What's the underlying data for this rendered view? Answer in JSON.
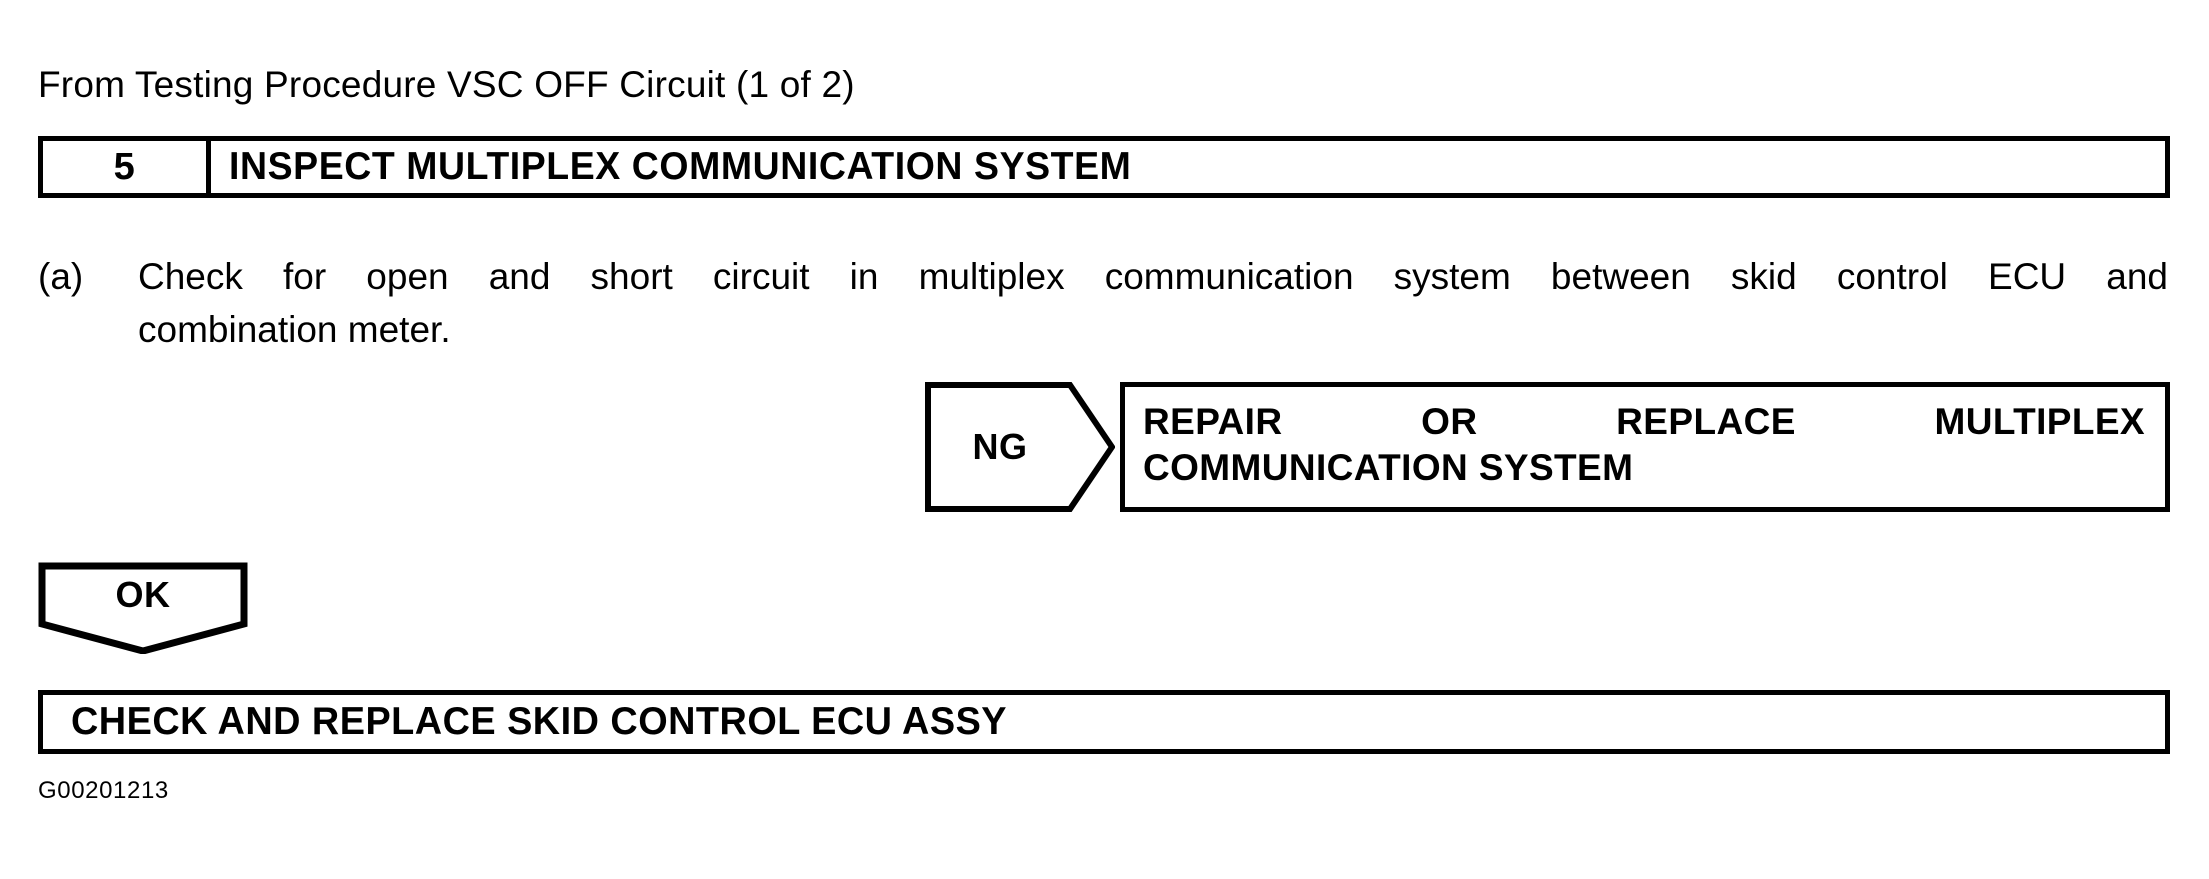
{
  "document": {
    "source_reference": "From Testing Procedure VSC OFF Circuit (1 of 2)",
    "figure_code": "G00201213"
  },
  "step": {
    "number": "5",
    "title": "INSPECT MULTIPLEX COMMUNICATION SYSTEM"
  },
  "instruction": {
    "marker": "(a)",
    "line_1": "Check for open and short circuit in multiplex communication system between skid control ECU and",
    "line_2": "combination meter."
  },
  "branches": {
    "ng": {
      "tag": "NG",
      "result_line_1": "REPAIR OR REPLACE MULTIPLEX",
      "result_line_2": "COMMUNICATION SYSTEM"
    },
    "ok": {
      "tag": "OK",
      "outcome": "CHECK AND REPLACE SKID CONTROL ECU ASSY"
    }
  },
  "colors": {
    "ink": "#000000",
    "paper": "#ffffff"
  }
}
